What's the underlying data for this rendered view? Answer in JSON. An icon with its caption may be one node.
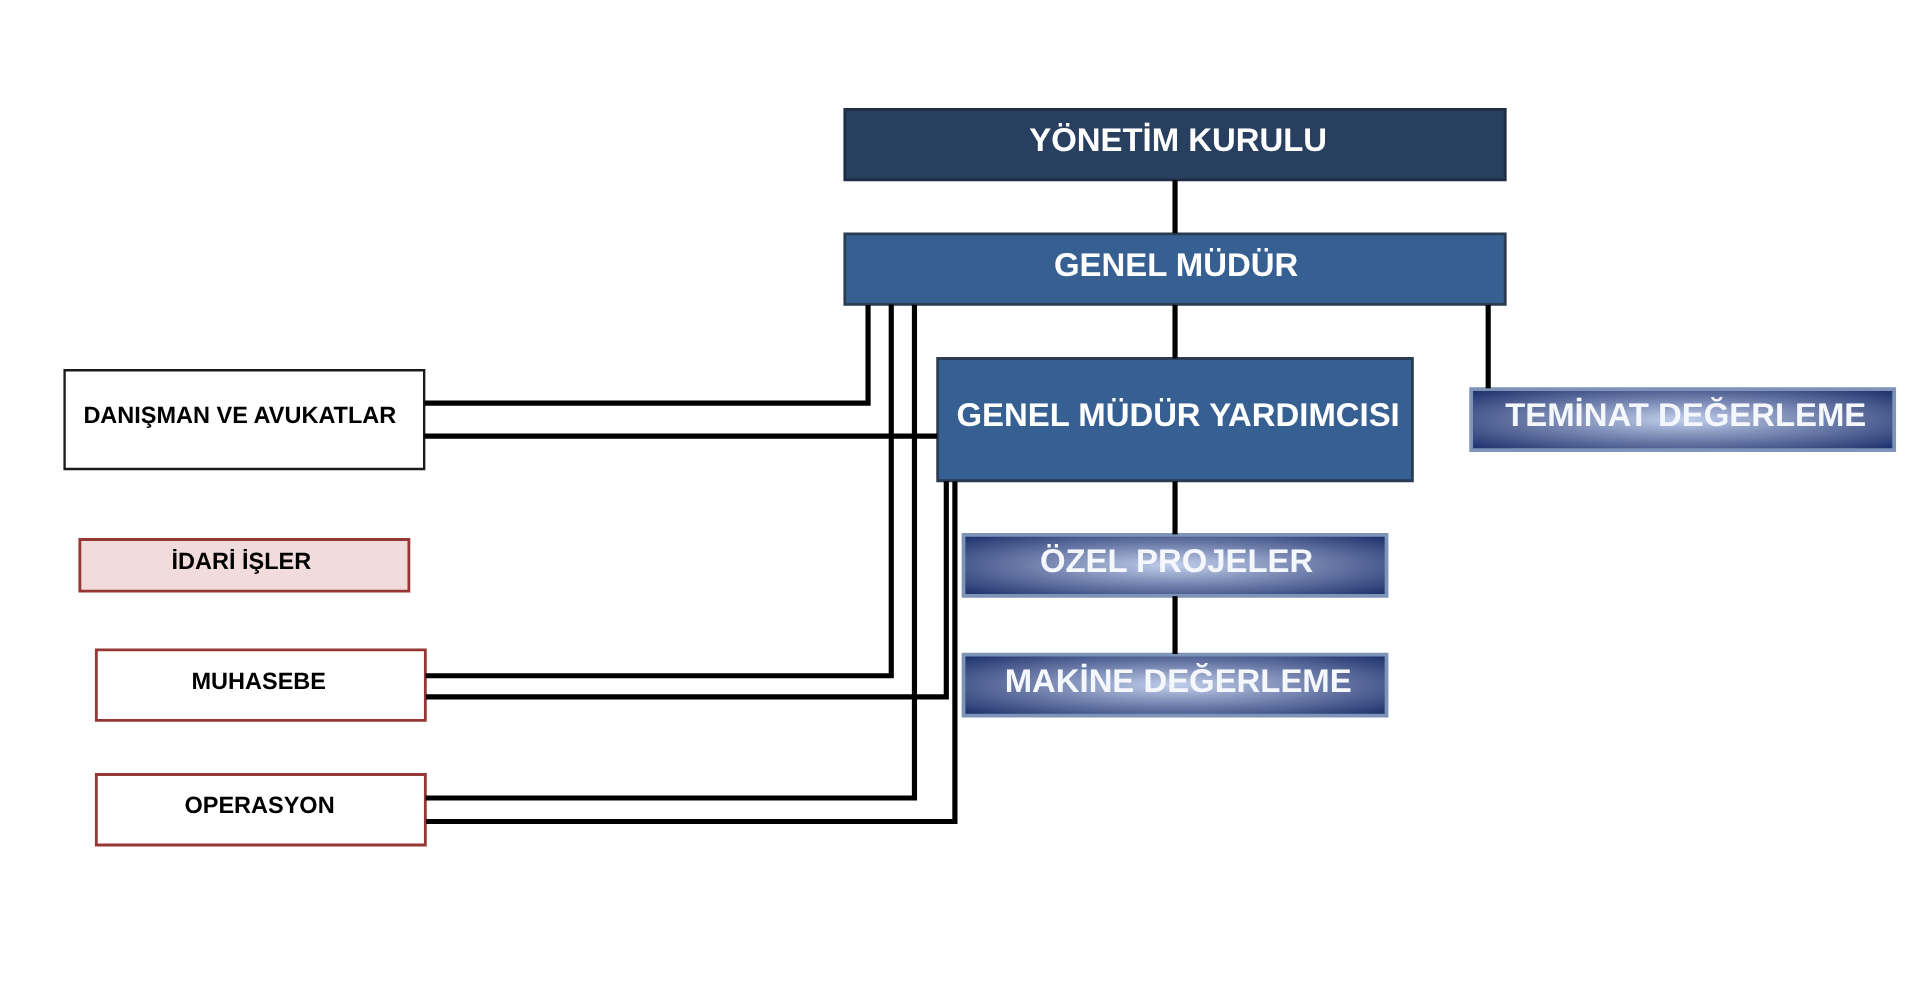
{
  "diagram": {
    "nodes": [
      {
        "text": [
          "YÖNETİM KURULU"
        ]
      },
      {
        "text": [
          "GENEL MÜDÜR"
        ]
      },
      {
        "text": [
          "GENEL MÜDÜR YARDIMCISI"
        ]
      },
      {
        "text": [
          "TEMİNAT DEĞERLEME"
        ]
      },
      {
        "text": [
          "DANIŞMAN VE AVUKATLAR"
        ]
      },
      {
        "text": [
          "ÖZEL PROJELER"
        ]
      },
      {
        "text": [
          "İDARİ İŞLER"
        ]
      },
      {
        "text": [
          "MUHASEBE"
        ]
      },
      {
        "text": [
          "MAKİNE DEĞERLEME"
        ]
      },
      {
        "text": [
          "OPERASYON"
        ]
      }
    ],
    "edges": [
      {
        "from": 0,
        "to": 1,
        "arrow": "none"
      },
      {
        "from": 1,
        "to": 2,
        "arrow": "none"
      },
      {
        "from": 1,
        "to": 3,
        "arrow": "none"
      },
      {
        "from": 1,
        "to": 4,
        "arrow": "none"
      },
      {
        "from": 1,
        "to": 7,
        "arrow": "none"
      },
      {
        "from": 1,
        "to": 9,
        "arrow": "none"
      },
      {
        "from": 2,
        "to": 4,
        "arrow": "none"
      },
      {
        "from": 2,
        "to": 7,
        "arrow": "none"
      },
      {
        "from": 2,
        "to": 9,
        "arrow": "none"
      },
      {
        "from": 2,
        "to": 5,
        "arrow": "none"
      },
      {
        "from": 5,
        "to": 8,
        "arrow": "none"
      }
    ]
  }
}
